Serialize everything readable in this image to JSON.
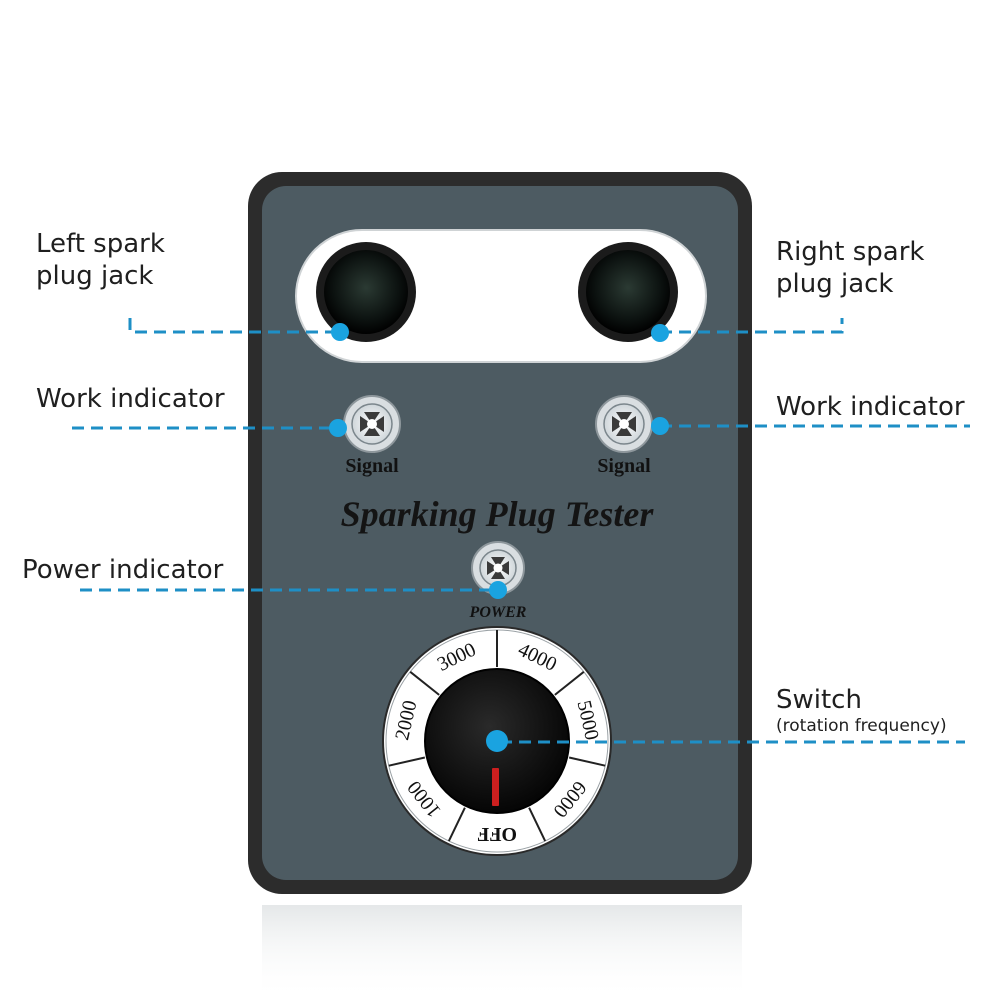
{
  "device": {
    "title": "Sparking Plug Tester",
    "signal_left": "Signal",
    "signal_right": "Signal",
    "power": "POWER"
  },
  "dial": {
    "labels": [
      "OFF",
      "1000",
      "2000",
      "3000",
      "4000",
      "5000",
      "6000"
    ]
  },
  "callouts": {
    "left_jack_line1": "Left spark",
    "left_jack_line2": "plug jack",
    "right_jack_line1": "Right spark",
    "right_jack_line2": "plug jack",
    "work_left": "Work indicator",
    "work_right": "Work indicator",
    "power": "Power indicator",
    "switch": "Switch",
    "switch_sub": "(rotation frequency)"
  },
  "colors": {
    "body": "#4d5b62",
    "body_border": "#2c2c2c",
    "callout_line": "#1e8fc6",
    "callout_dot": "#1aa3e0",
    "needle": "#cc1f1f"
  }
}
